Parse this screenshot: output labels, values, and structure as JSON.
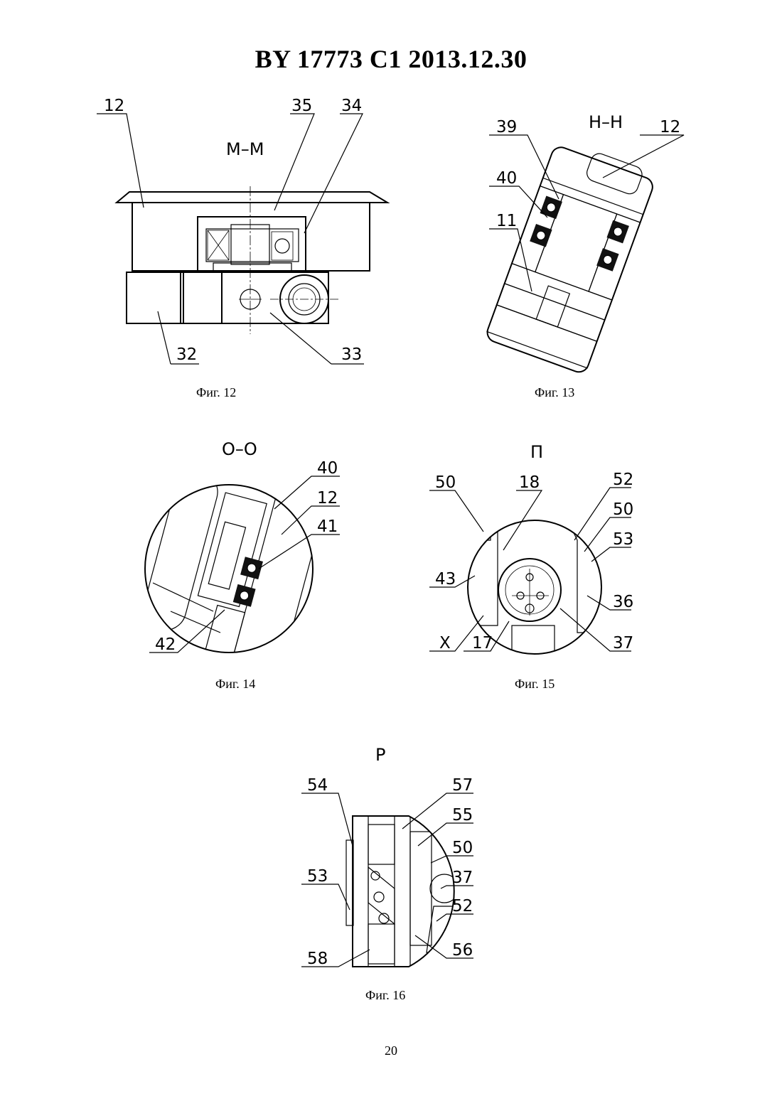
{
  "header": {
    "title": "BY  17773  C1  2013.12.30"
  },
  "figures": [
    {
      "id": "fig12",
      "caption": "Фиг. 12",
      "section": "М–М",
      "labels": [
        "12",
        "35",
        "34",
        "32",
        "33"
      ]
    },
    {
      "id": "fig13",
      "caption": "Фиг. 13",
      "section": "Н–Н",
      "labels": [
        "39",
        "12",
        "40",
        "11"
      ]
    },
    {
      "id": "fig14",
      "caption": "Фиг. 14",
      "section": "О–О",
      "labels": [
        "40",
        "12",
        "41",
        "42"
      ]
    },
    {
      "id": "fig15",
      "caption": "Фиг. 15",
      "section": "П",
      "labels": [
        "50",
        "18",
        "52",
        "50",
        "53",
        "43",
        "36",
        "X",
        "17",
        "37"
      ]
    },
    {
      "id": "fig16",
      "caption": "Фиг. 16",
      "section": "Р",
      "labels": [
        "54",
        "57",
        "55",
        "50",
        "53",
        "37",
        "52",
        "58",
        "56"
      ]
    }
  ],
  "page_number": "20"
}
